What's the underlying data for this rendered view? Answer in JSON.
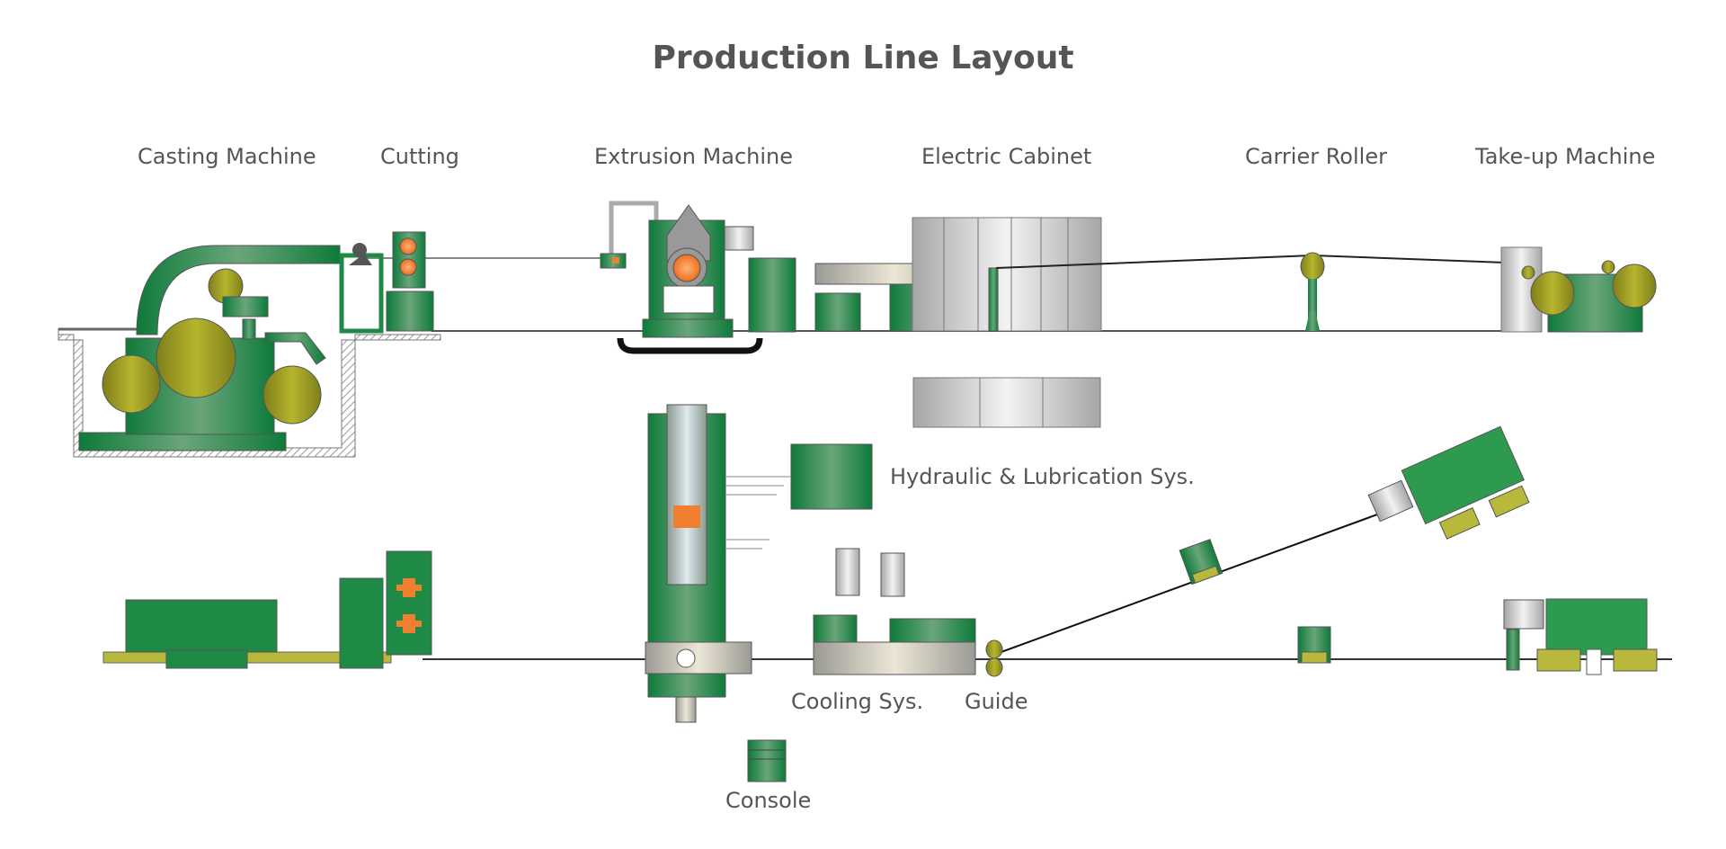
{
  "title": "Production Line Layout",
  "labels": {
    "casting": "Casting Machine",
    "cutting": "Cutting",
    "extrusion": "Extrusion Machine",
    "cabinet": "Electric Cabinet",
    "carrier": "Carrier Roller",
    "takeup": "Take-up  Machine",
    "hydraulic": "Hydraulic & Lubrication Sys.",
    "cooling": "Cooling Sys.",
    "guide": "Guide",
    "console": "Console"
  },
  "colors": {
    "machine_green": "#1f8a45",
    "roller_olive": "#a8a826",
    "heat_orange": "#f07f30",
    "cabinet_gray": "#c8c8c8",
    "text": "#555555"
  }
}
